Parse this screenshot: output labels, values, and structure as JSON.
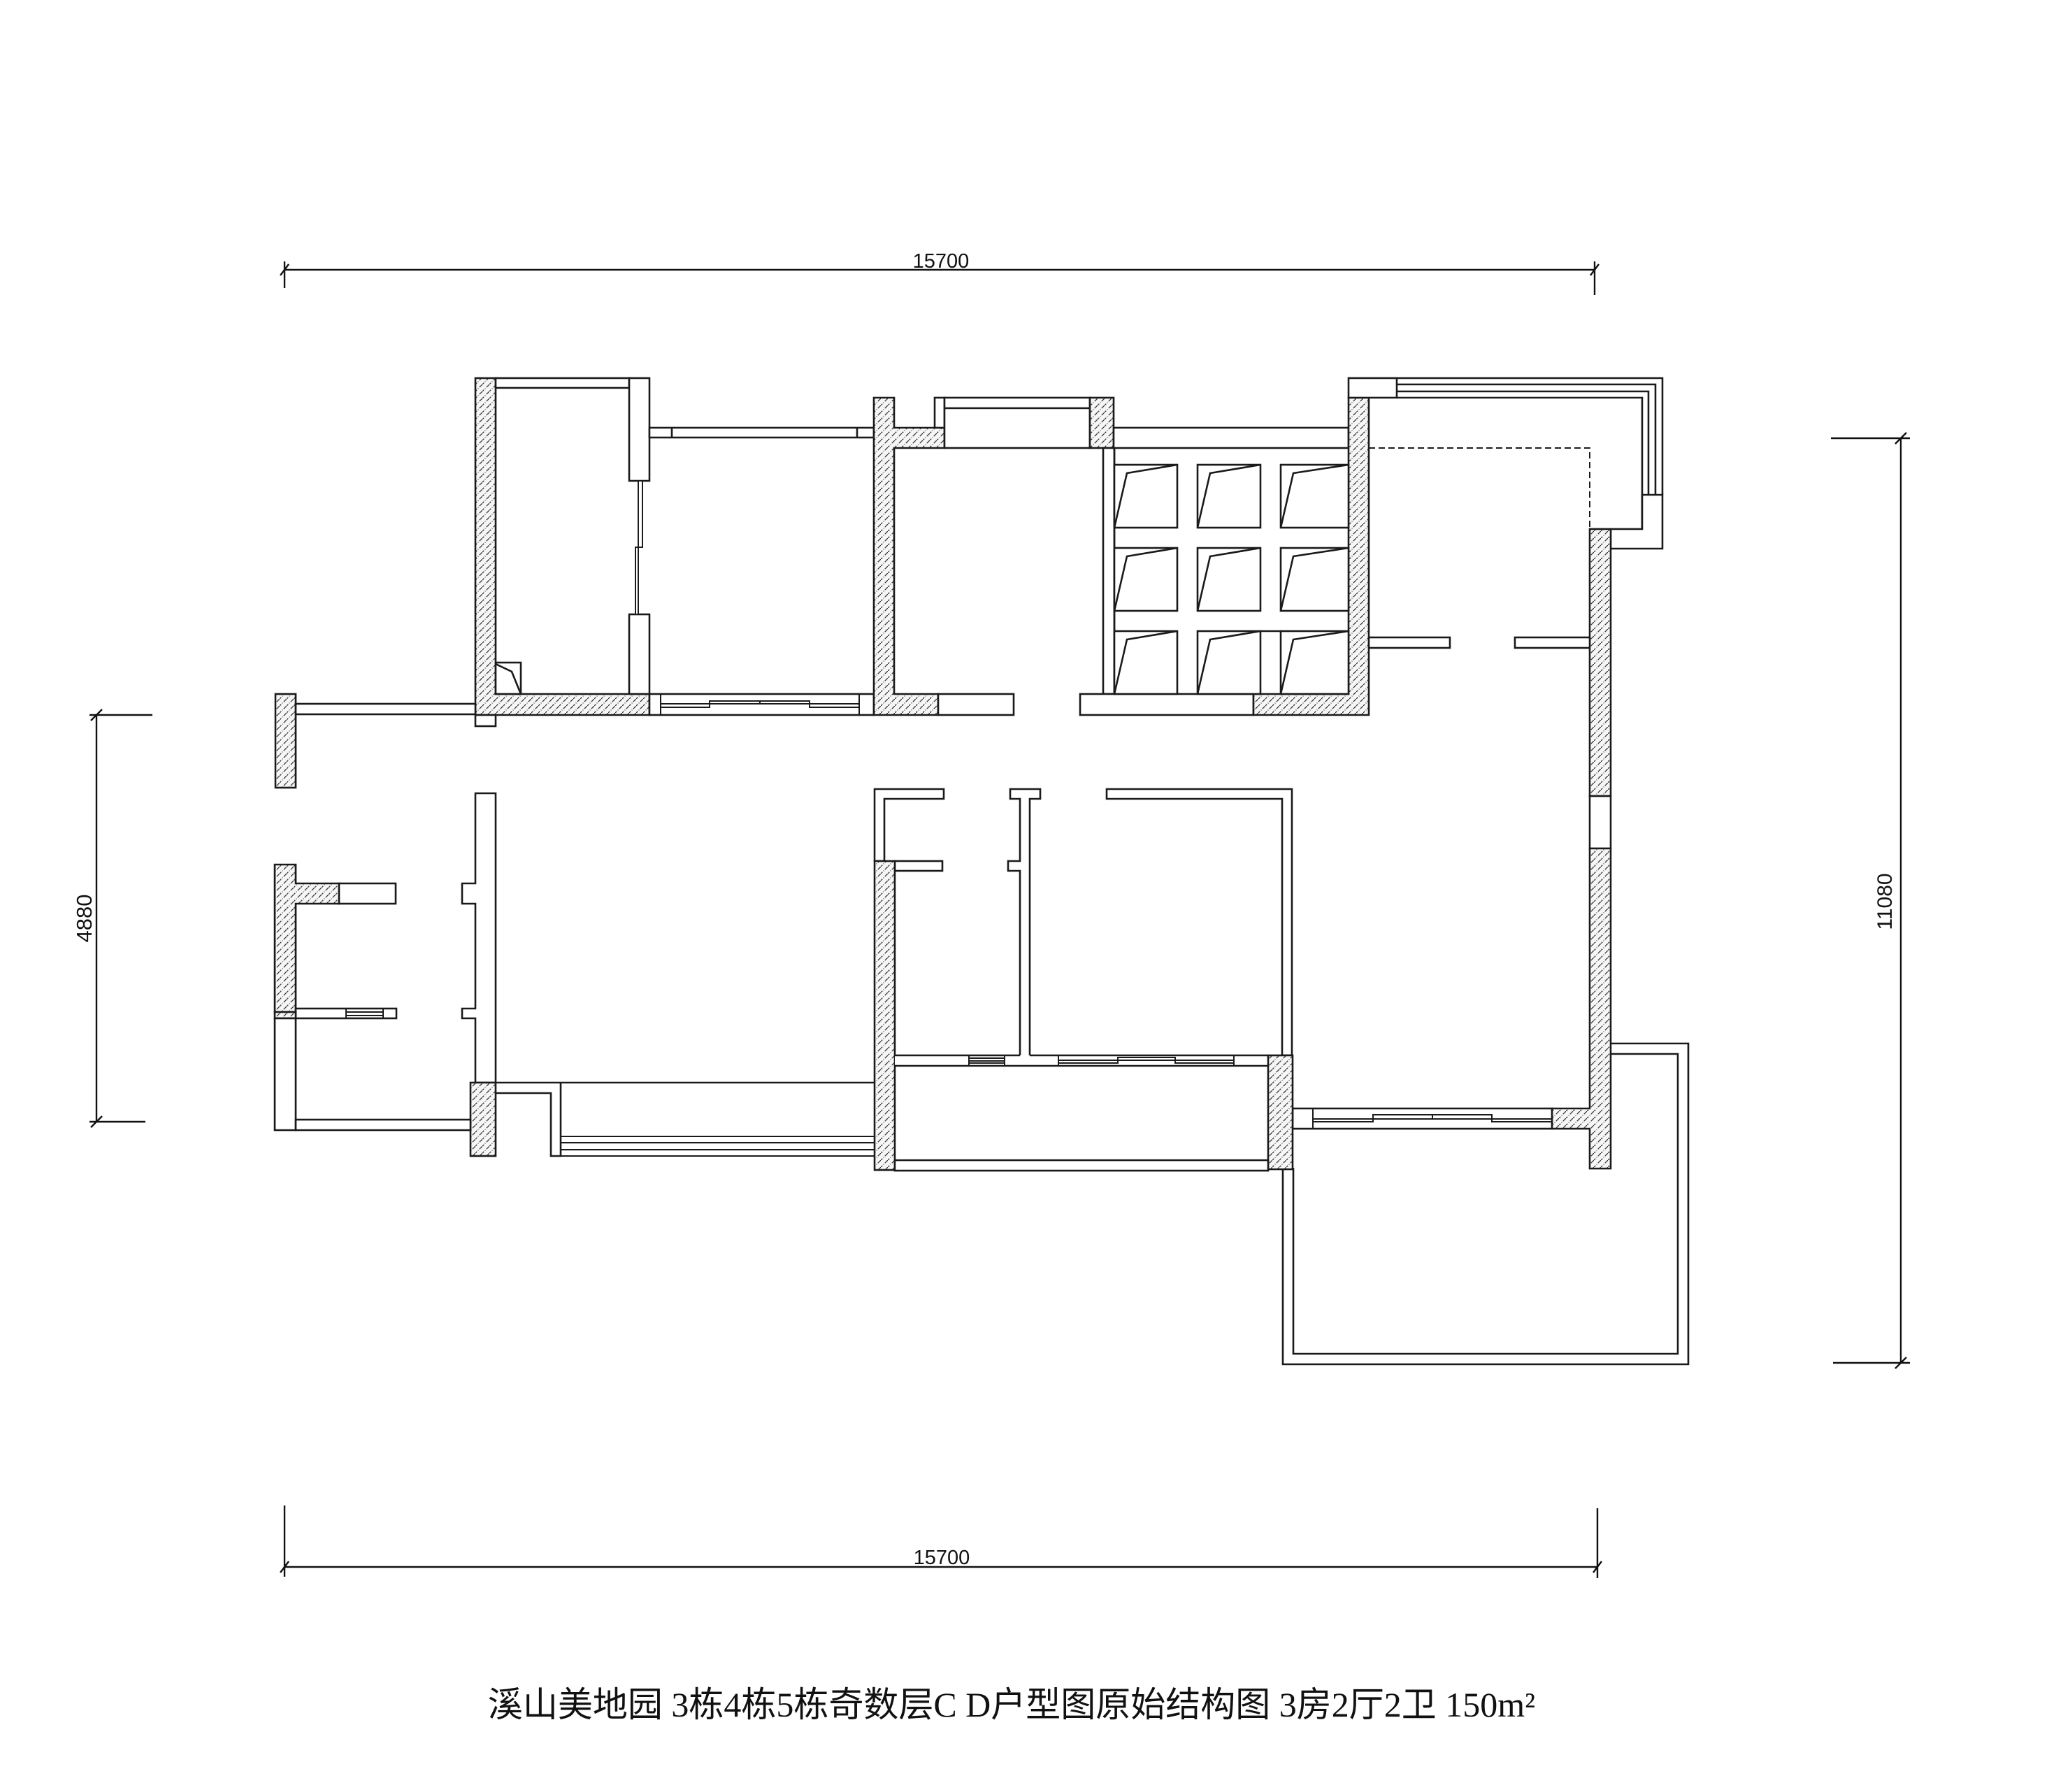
{
  "title": "溪山美地园 3栋4栋5栋奇数层C D户型图原始结构图 3房2厅2卫 150m²",
  "dimensions": {
    "top": {
      "value": "15700",
      "orientation": "horizontal"
    },
    "bottom": {
      "value": "15700",
      "orientation": "horizontal"
    },
    "left": {
      "value": "4880",
      "orientation": "vertical"
    },
    "right": {
      "value": "11080",
      "orientation": "vertical"
    }
  },
  "layout_summary": {
    "rooms": "3房",
    "halls": "2厅",
    "bathrooms": "2卫",
    "area": "150m²"
  },
  "colors": {
    "line": "#1a1a1a",
    "background": "#ffffff",
    "hatch": "#333333"
  }
}
